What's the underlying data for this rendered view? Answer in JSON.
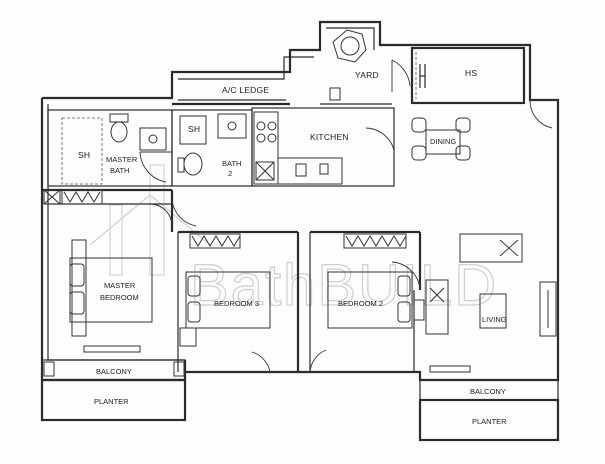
{
  "rooms": {
    "ac_ledge": "A/C LEDGE",
    "yard": "YARD",
    "hs": "HS",
    "sh_master": "SH",
    "master_bath": [
      "MASTER",
      "BATH"
    ],
    "sh_bath2": "SH",
    "bath2": [
      "BATH",
      "2"
    ],
    "kitchen": "KITCHEN",
    "dining": "DINING",
    "master_bedroom": [
      "MASTER",
      "BEDROOM"
    ],
    "bedroom3": "BEDROOM 3",
    "bedroom2": "BEDROOM 2",
    "living": "LIVING",
    "balcony_left": "BALCONY",
    "planter_left": "PLANTER",
    "balcony_right": "BALCONY",
    "planter_right": "PLANTER"
  },
  "watermark": "BathBUILD"
}
